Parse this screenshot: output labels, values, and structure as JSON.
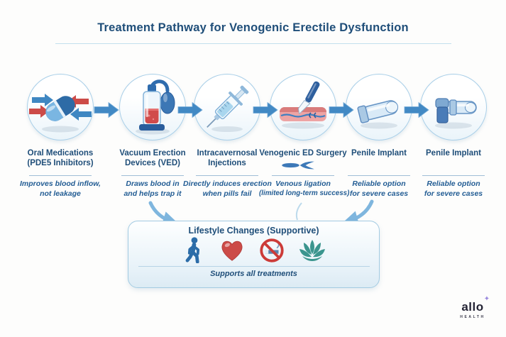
{
  "header": {
    "title": "Treatment Pathway for Venogenic Erectile Dysfunction"
  },
  "steps": [
    {
      "icon": "pill-with-arrows-icon",
      "title_line1": "Oral Medications",
      "title_line2": "(PDE5 Inhibitors)",
      "desc_line1": "Improves blood inflow,",
      "desc_line2": "not leakage"
    },
    {
      "icon": "vacuum-pump-device-icon",
      "title_line1": "Vacuum Erection",
      "title_line2": "Devices (VED)",
      "desc_line1": "Draws blood in",
      "desc_line2": "and helps trap it"
    },
    {
      "icon": "syringe-icon",
      "title_line1": "Intracavernosal",
      "title_line2": "Injections",
      "desc_line1": "Directly induces erection",
      "desc_line2": "when pills fail"
    },
    {
      "icon": "scalpel-on-tissue-icon",
      "title_line1": "Venogenic ED Surgery",
      "title_line2": "",
      "desc_line1": "Venous ligation",
      "desc_line2": "(limited long-term success)"
    },
    {
      "icon": "curved-penile-implant-icon",
      "title_line1": "Penile Implant",
      "title_line2": "",
      "desc_line1": "Reliable option",
      "desc_line2": "for severe cases"
    },
    {
      "icon": "straight-penile-implant-icon",
      "title_line1": "Penile Implant",
      "title_line2": "",
      "desc_line1": "Reliable option",
      "desc_line2": "for severe cases"
    }
  ],
  "lifestyle": {
    "title": "Lifestyle Changes (Supportive)",
    "caption": "Supports all treatments",
    "icons": [
      "walking-person-icon",
      "heart-icon",
      "no-smoking-icon",
      "lotus-icon"
    ]
  },
  "brand": {
    "name": "allo",
    "tagline": "HEALTH",
    "sparkle": "✦"
  },
  "colors": {
    "heading_blue": "#1f4e79",
    "desc_blue": "#235d94",
    "flow_arrow_blue": "#4289c4",
    "circle_border": "#a9cfe8",
    "heart_red": "#cc4b48",
    "no_smoking_red": "#cc3b38",
    "walking_blue": "#2b6ca8",
    "lotus_teal": "#3b958e",
    "sparkle_purple": "#9a8ade"
  }
}
